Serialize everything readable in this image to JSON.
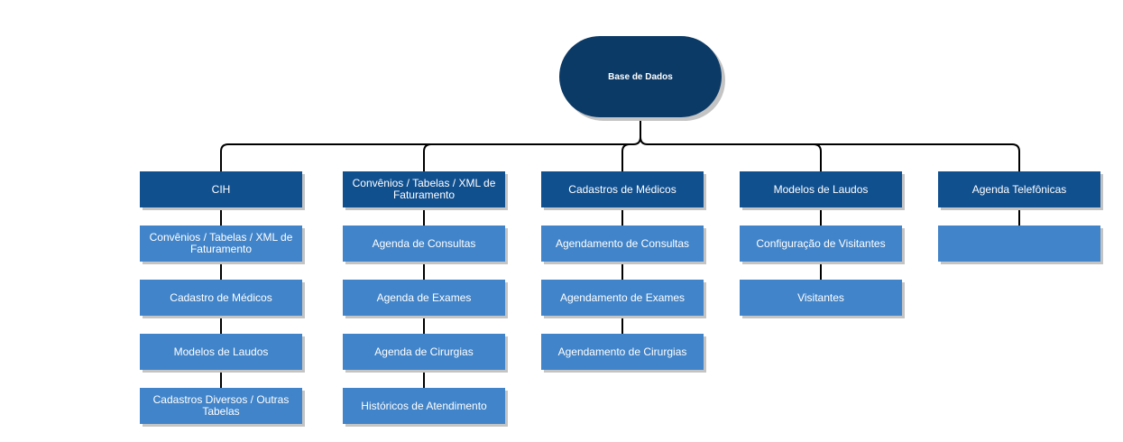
{
  "root": {
    "label": "Base de Dados"
  },
  "columns": [
    {
      "header": "CIH",
      "children": [
        "Convênios / Tabelas / XML de Faturamento",
        "Cadastro de Médicos",
        "Modelos de Laudos",
        "Cadastros Diversos / Outras Tabelas"
      ]
    },
    {
      "header": "Convênios / Tabelas / XML de Faturamento",
      "children": [
        "Agenda de Consultas",
        "Agenda de Exames",
        "Agenda de Cirurgias",
        "Históricos de Atendimento"
      ]
    },
    {
      "header": "Cadastros de Médicos",
      "children": [
        "Agendamento de Consultas",
        "Agendamento de Exames",
        "Agendamento de Cirurgias"
      ]
    },
    {
      "header": "Modelos de Laudos",
      "children": [
        "Configuração de Visitantes",
        "Visitantes"
      ]
    },
    {
      "header": "Agenda Telefônicas",
      "children": [
        ""
      ]
    }
  ],
  "colors": {
    "root": "#0b3a66",
    "header": "#11508f",
    "child": "#4184c9",
    "connector": "#000000"
  }
}
